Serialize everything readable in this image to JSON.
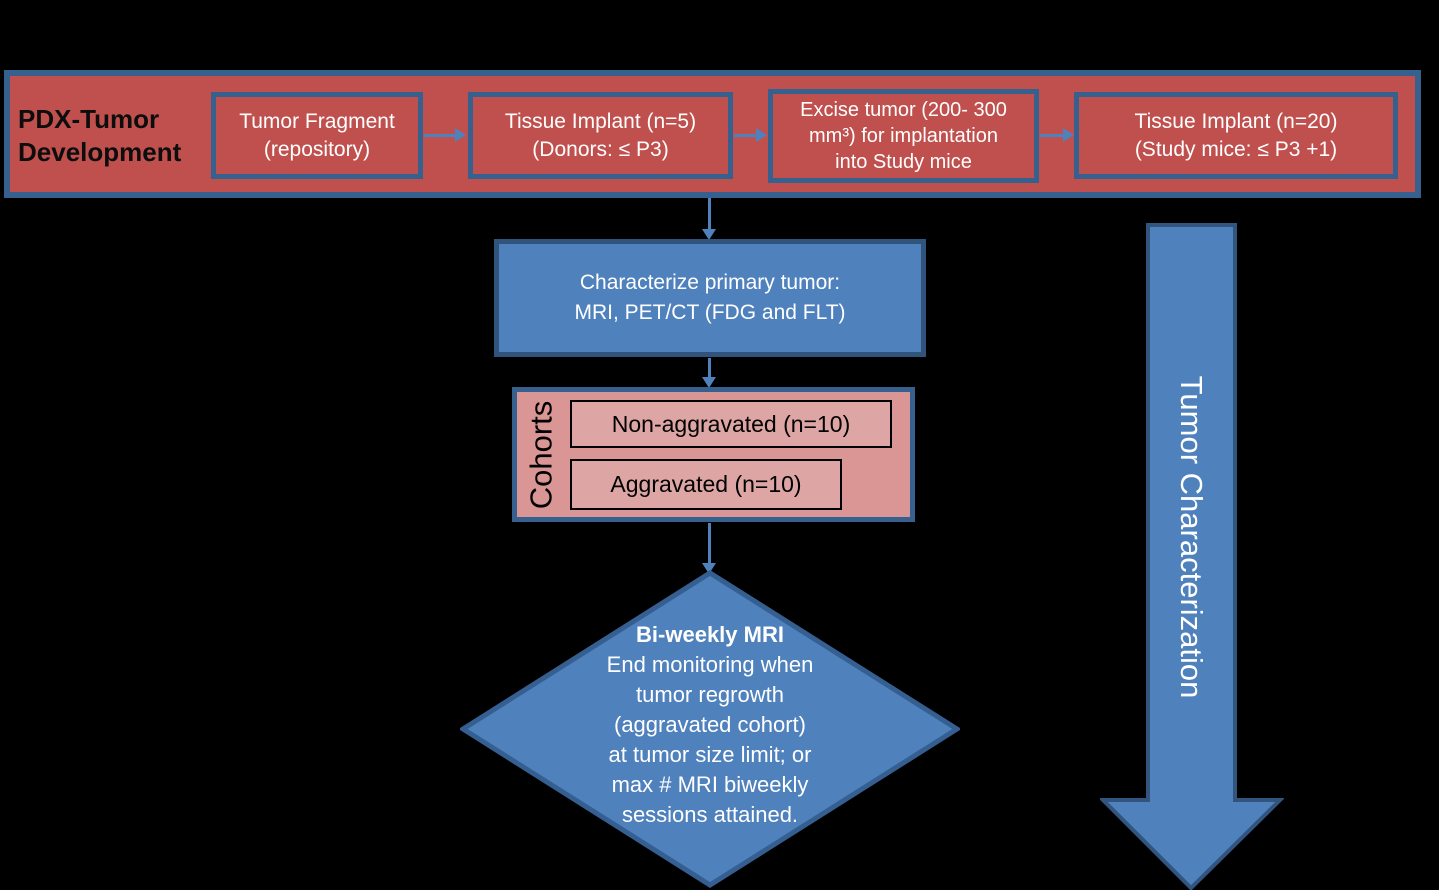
{
  "colors": {
    "background": "#000000",
    "red_fill": "#c0504d",
    "pink_fill": "#d99694",
    "pink_inner_fill": "#dda5a3",
    "blue_fill": "#4f81bd",
    "box_border_blue": "#36618e",
    "dark_blue_border": "#30547c",
    "connector_blue": "#4f81bd",
    "inner_box_border": "#000000"
  },
  "banner": {
    "title": "PDX-Tumor\nDevelopment",
    "steps": [
      {
        "label": "Tumor Fragment\n(repository)"
      },
      {
        "label": "Tissue Implant (n=5)\n(Donors: ≤ P3)"
      },
      {
        "label": "Excise tumor (200- 300\nmm³) for implantation\ninto Study mice"
      },
      {
        "label": "Tissue Implant (n=20)\n(Study mice: ≤ P3 +1)"
      }
    ]
  },
  "characterize_box": {
    "label": "Characterize primary tumor:\nMRI, PET/CT (FDG and FLT)"
  },
  "cohorts": {
    "label": "Cohorts",
    "items": [
      {
        "label": "Non-aggravated (n=10)"
      },
      {
        "label": "Aggravated (n=10)"
      }
    ]
  },
  "decision_diamond": {
    "title": "Bi-weekly MRI",
    "body": "End monitoring when\ntumor regrowth\n(aggravated cohort)\nat tumor size limit; or\nmax # MRI biweekly\nsessions attained."
  },
  "side_arrow": {
    "label": "Tumor Characterization"
  }
}
